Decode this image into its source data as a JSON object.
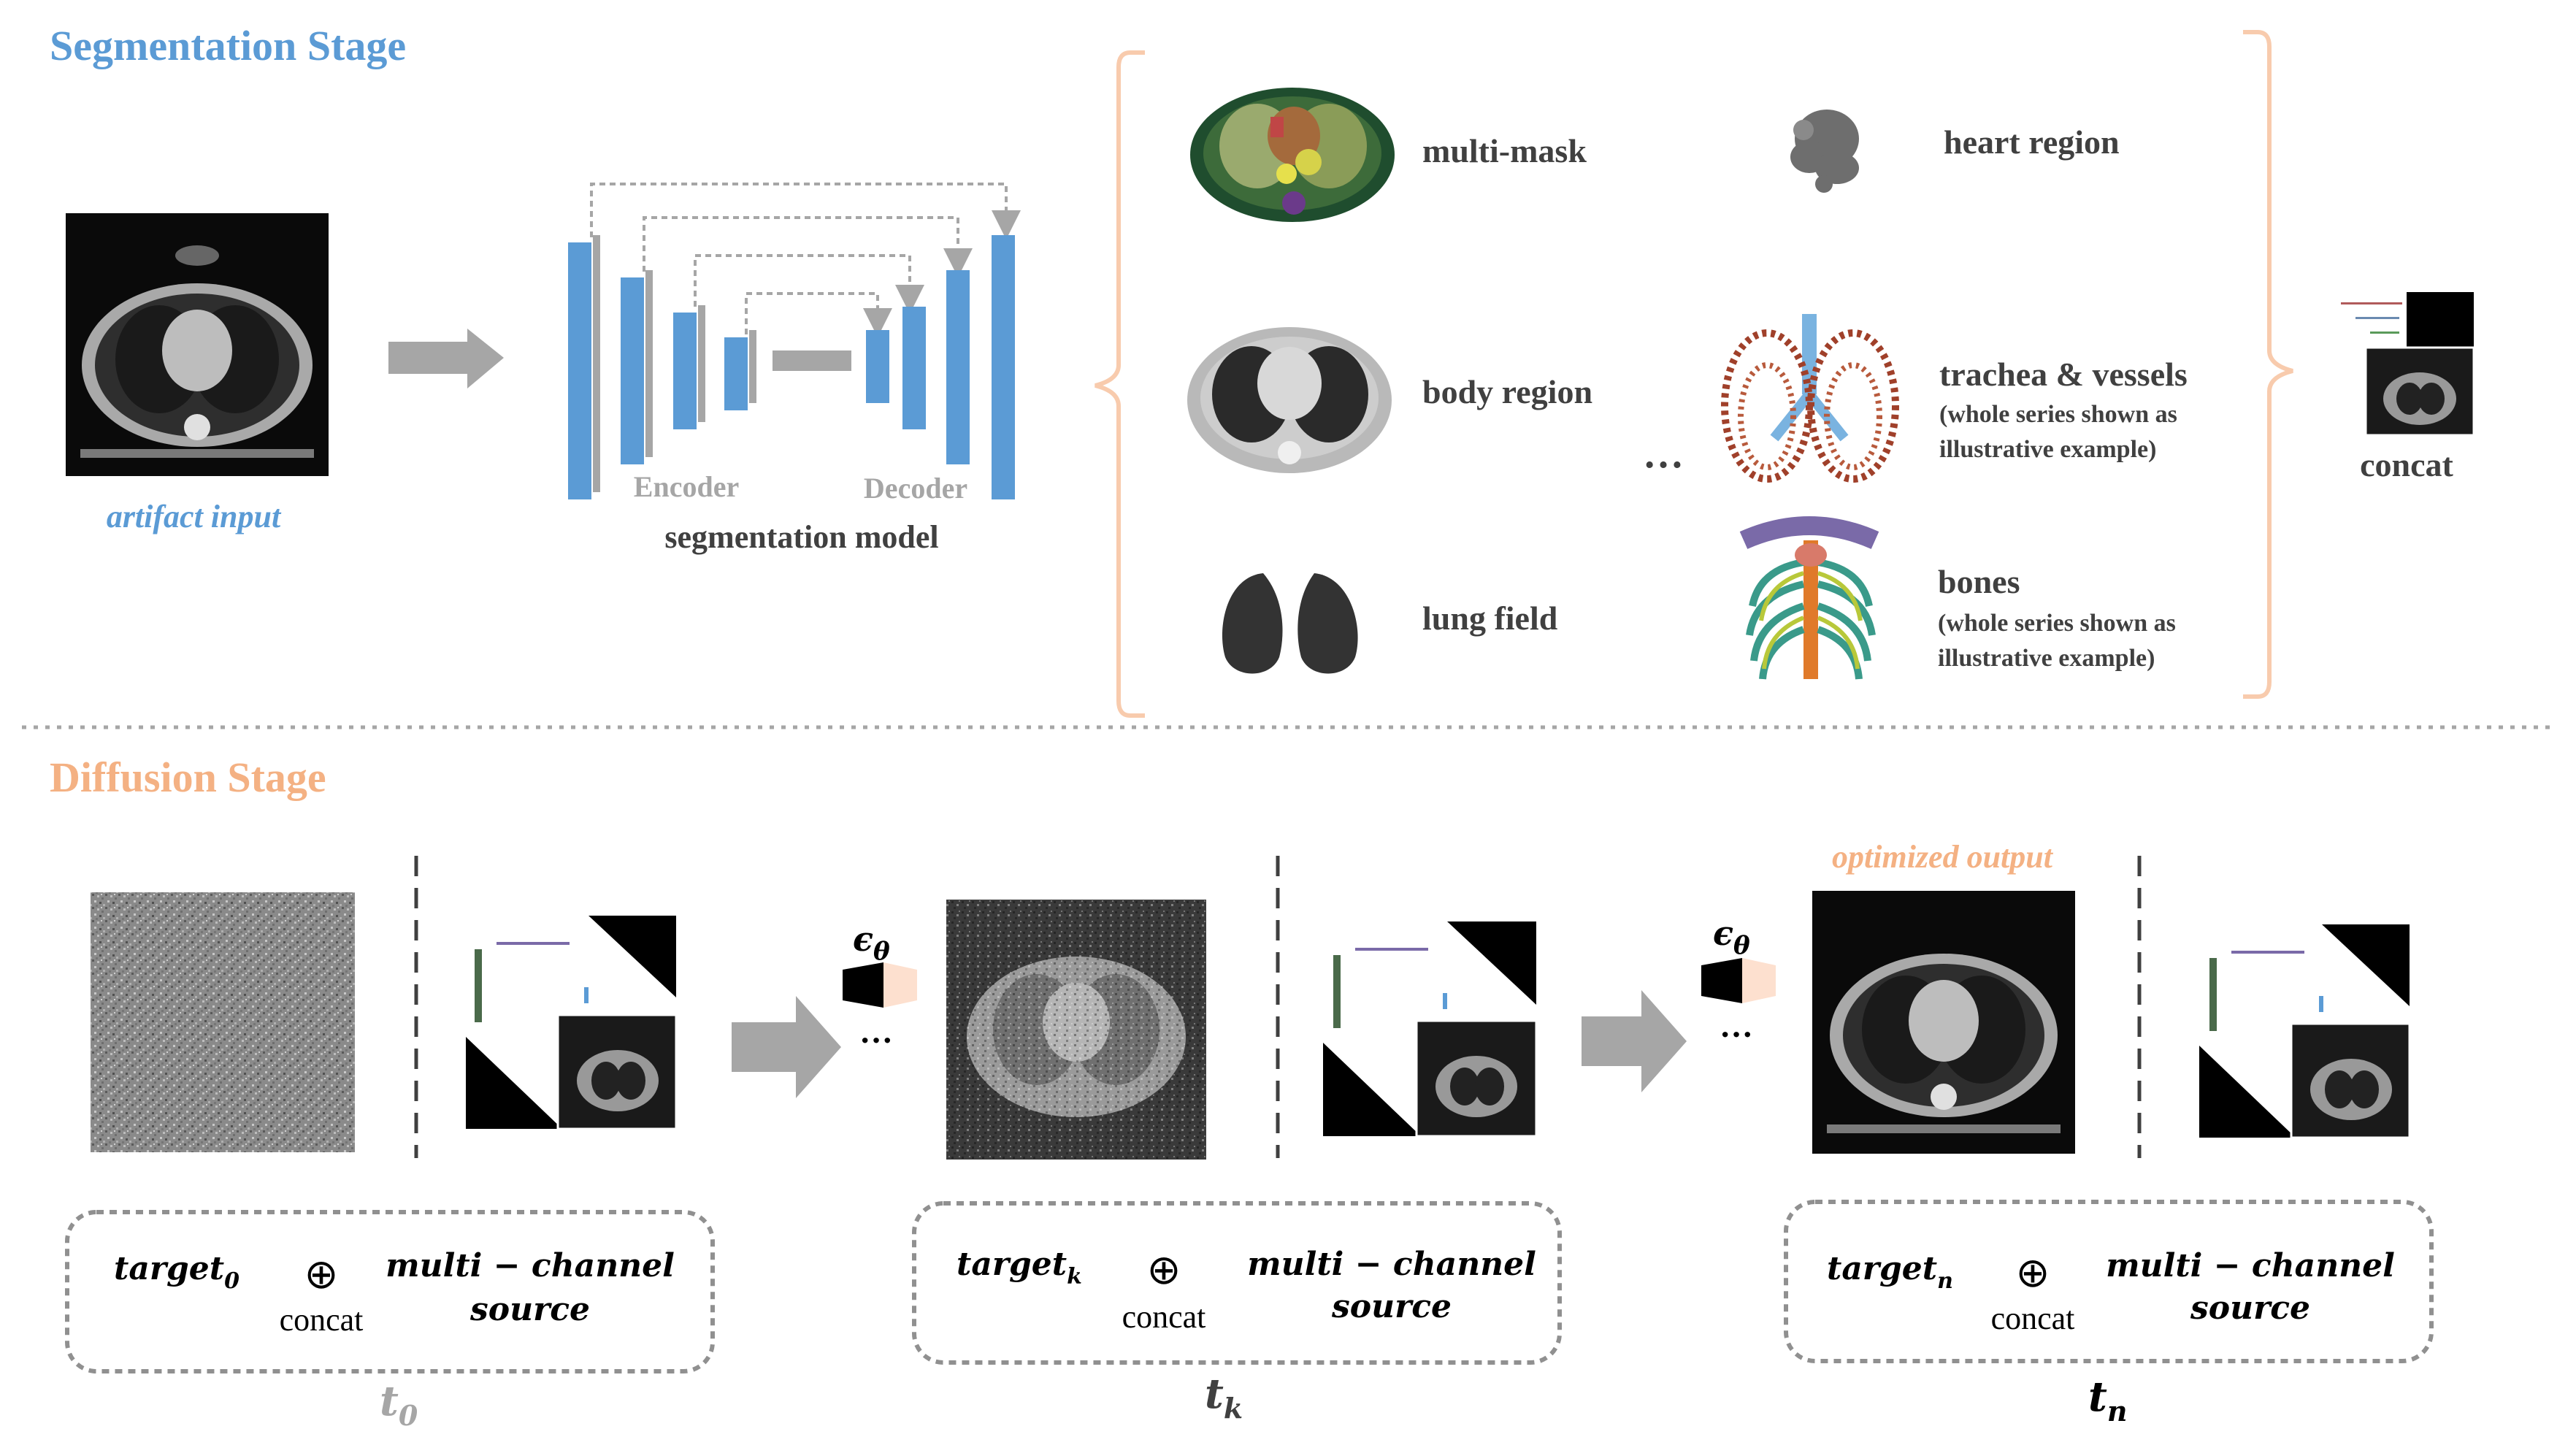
{
  "segmentation": {
    "title": "Segmentation Stage",
    "input_label": "artifact input",
    "encoder_label": "Encoder",
    "decoder_label": "Decoder",
    "model_label": "segmentation model",
    "outputs": {
      "multi_mask": "multi-mask",
      "heart": "heart region",
      "body": "body region",
      "ellipsis": "…",
      "trachea": "trachea & vessels",
      "trachea_note_1": "(whole series shown as",
      "trachea_note_2": "illustrative example)",
      "lung": "lung field",
      "bones": "bones",
      "bones_note_1": "(whole series shown as",
      "bones_note_2": "illustrative example)"
    },
    "concat_label": "concat"
  },
  "diffusion": {
    "title": "Diffusion Stage",
    "optimized_label": "optimized output",
    "epsilon": "ϵ",
    "epsilon_sub": "θ",
    "dots": "···",
    "steps": [
      {
        "target": "target",
        "target_sub": "0",
        "oplus": "⊕",
        "concat": "concat",
        "mc_line1": "multi − channel",
        "mc_line2": "source",
        "t": "t",
        "t_sub": "0"
      },
      {
        "target": "target",
        "target_sub": "k",
        "oplus": "⊕",
        "concat": "concat",
        "mc_line1": "multi − channel",
        "mc_line2": "source",
        "t": "t",
        "t_sub": "k"
      },
      {
        "target": "target",
        "target_sub": "n",
        "oplus": "⊕",
        "concat": "concat",
        "mc_line1": "multi − channel",
        "mc_line2": "source",
        "t": "t",
        "t_sub": "n"
      }
    ]
  },
  "colors": {
    "seg_title": "#5b9bd5",
    "diff_title": "#f4b183",
    "unet_blue": "#5b9bd5",
    "arrow_gray": "#a6a6a6",
    "bracket": "#f8cbad",
    "text_dark": "#404040"
  }
}
